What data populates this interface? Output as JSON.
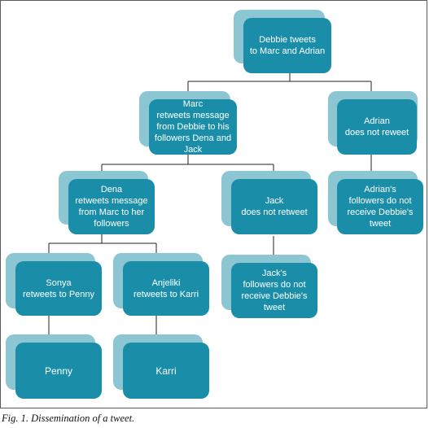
{
  "diagram": {
    "nodes": {
      "debbie": "Debbie tweets\nto Marc and Adrian",
      "marc": "Marc\nretweets message\nfrom Debbie to his\nfollowers Dena and Jack",
      "adrian": "Adrian\ndoes not reweet",
      "adrian_followers": "Adrian's\nfollowers do not\nreceive Debbie's tweet",
      "dena": "Dena\nretweets message\nfrom Marc to her\nfollowers",
      "jack": "Jack\ndoes not retweet",
      "jack_followers": "Jack's\nfollowers do not\nreceive Debbie's tweet",
      "sonya": "Sonya\nretweets to Penny",
      "anjeliki": "Anjeliki\nretweets to Karri",
      "penny": "Penny",
      "karri": "Karri"
    },
    "edges": [
      [
        "debbie",
        "marc"
      ],
      [
        "debbie",
        "adrian"
      ],
      [
        "adrian",
        "adrian_followers"
      ],
      [
        "marc",
        "dena"
      ],
      [
        "marc",
        "jack"
      ],
      [
        "jack",
        "jack_followers"
      ],
      [
        "dena",
        "sonya"
      ],
      [
        "dena",
        "anjeliki"
      ],
      [
        "sonya",
        "penny"
      ],
      [
        "anjeliki",
        "karri"
      ]
    ]
  },
  "caption": "Fig. 1. Dissemination of a tweet."
}
